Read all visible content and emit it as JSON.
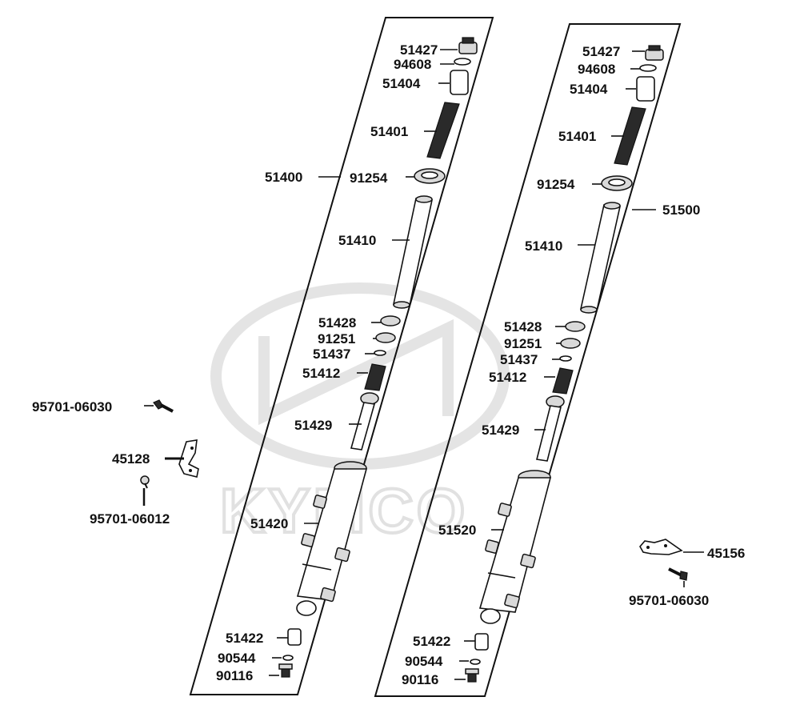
{
  "watermark": {
    "brand": "KYMCO"
  },
  "left_assembly": {
    "assembly_label": "51400",
    "parts": {
      "cap": "51427",
      "oring": "94608",
      "spacer": "51404",
      "spring": "51401",
      "oil_seal": "91254",
      "inner_tube": "51410",
      "washer": "51428",
      "dust_seal": "91251",
      "clip": "51437",
      "rebound_spring": "51412",
      "piston": "51429",
      "outer_tube": "51420",
      "oil_lock": "51422",
      "gasket": "90544",
      "bolt": "90116"
    }
  },
  "right_assembly": {
    "assembly_label": "51500",
    "parts": {
      "cap": "51427",
      "oring": "94608",
      "spacer": "51404",
      "spring": "51401",
      "oil_seal": "91254",
      "inner_tube": "51410",
      "washer": "51428",
      "dust_seal": "91251",
      "clip": "51437",
      "rebound_spring": "51412",
      "piston": "51429",
      "outer_tube": "51520",
      "oil_lock": "51422",
      "gasket": "90544",
      "bolt": "90116"
    }
  },
  "loose_parts": {
    "left_bolt": "95701-06030",
    "bracket": "45128",
    "small_bolt": "95701-06012",
    "right_bracket": "45156",
    "right_bolt": "95701-06030"
  }
}
